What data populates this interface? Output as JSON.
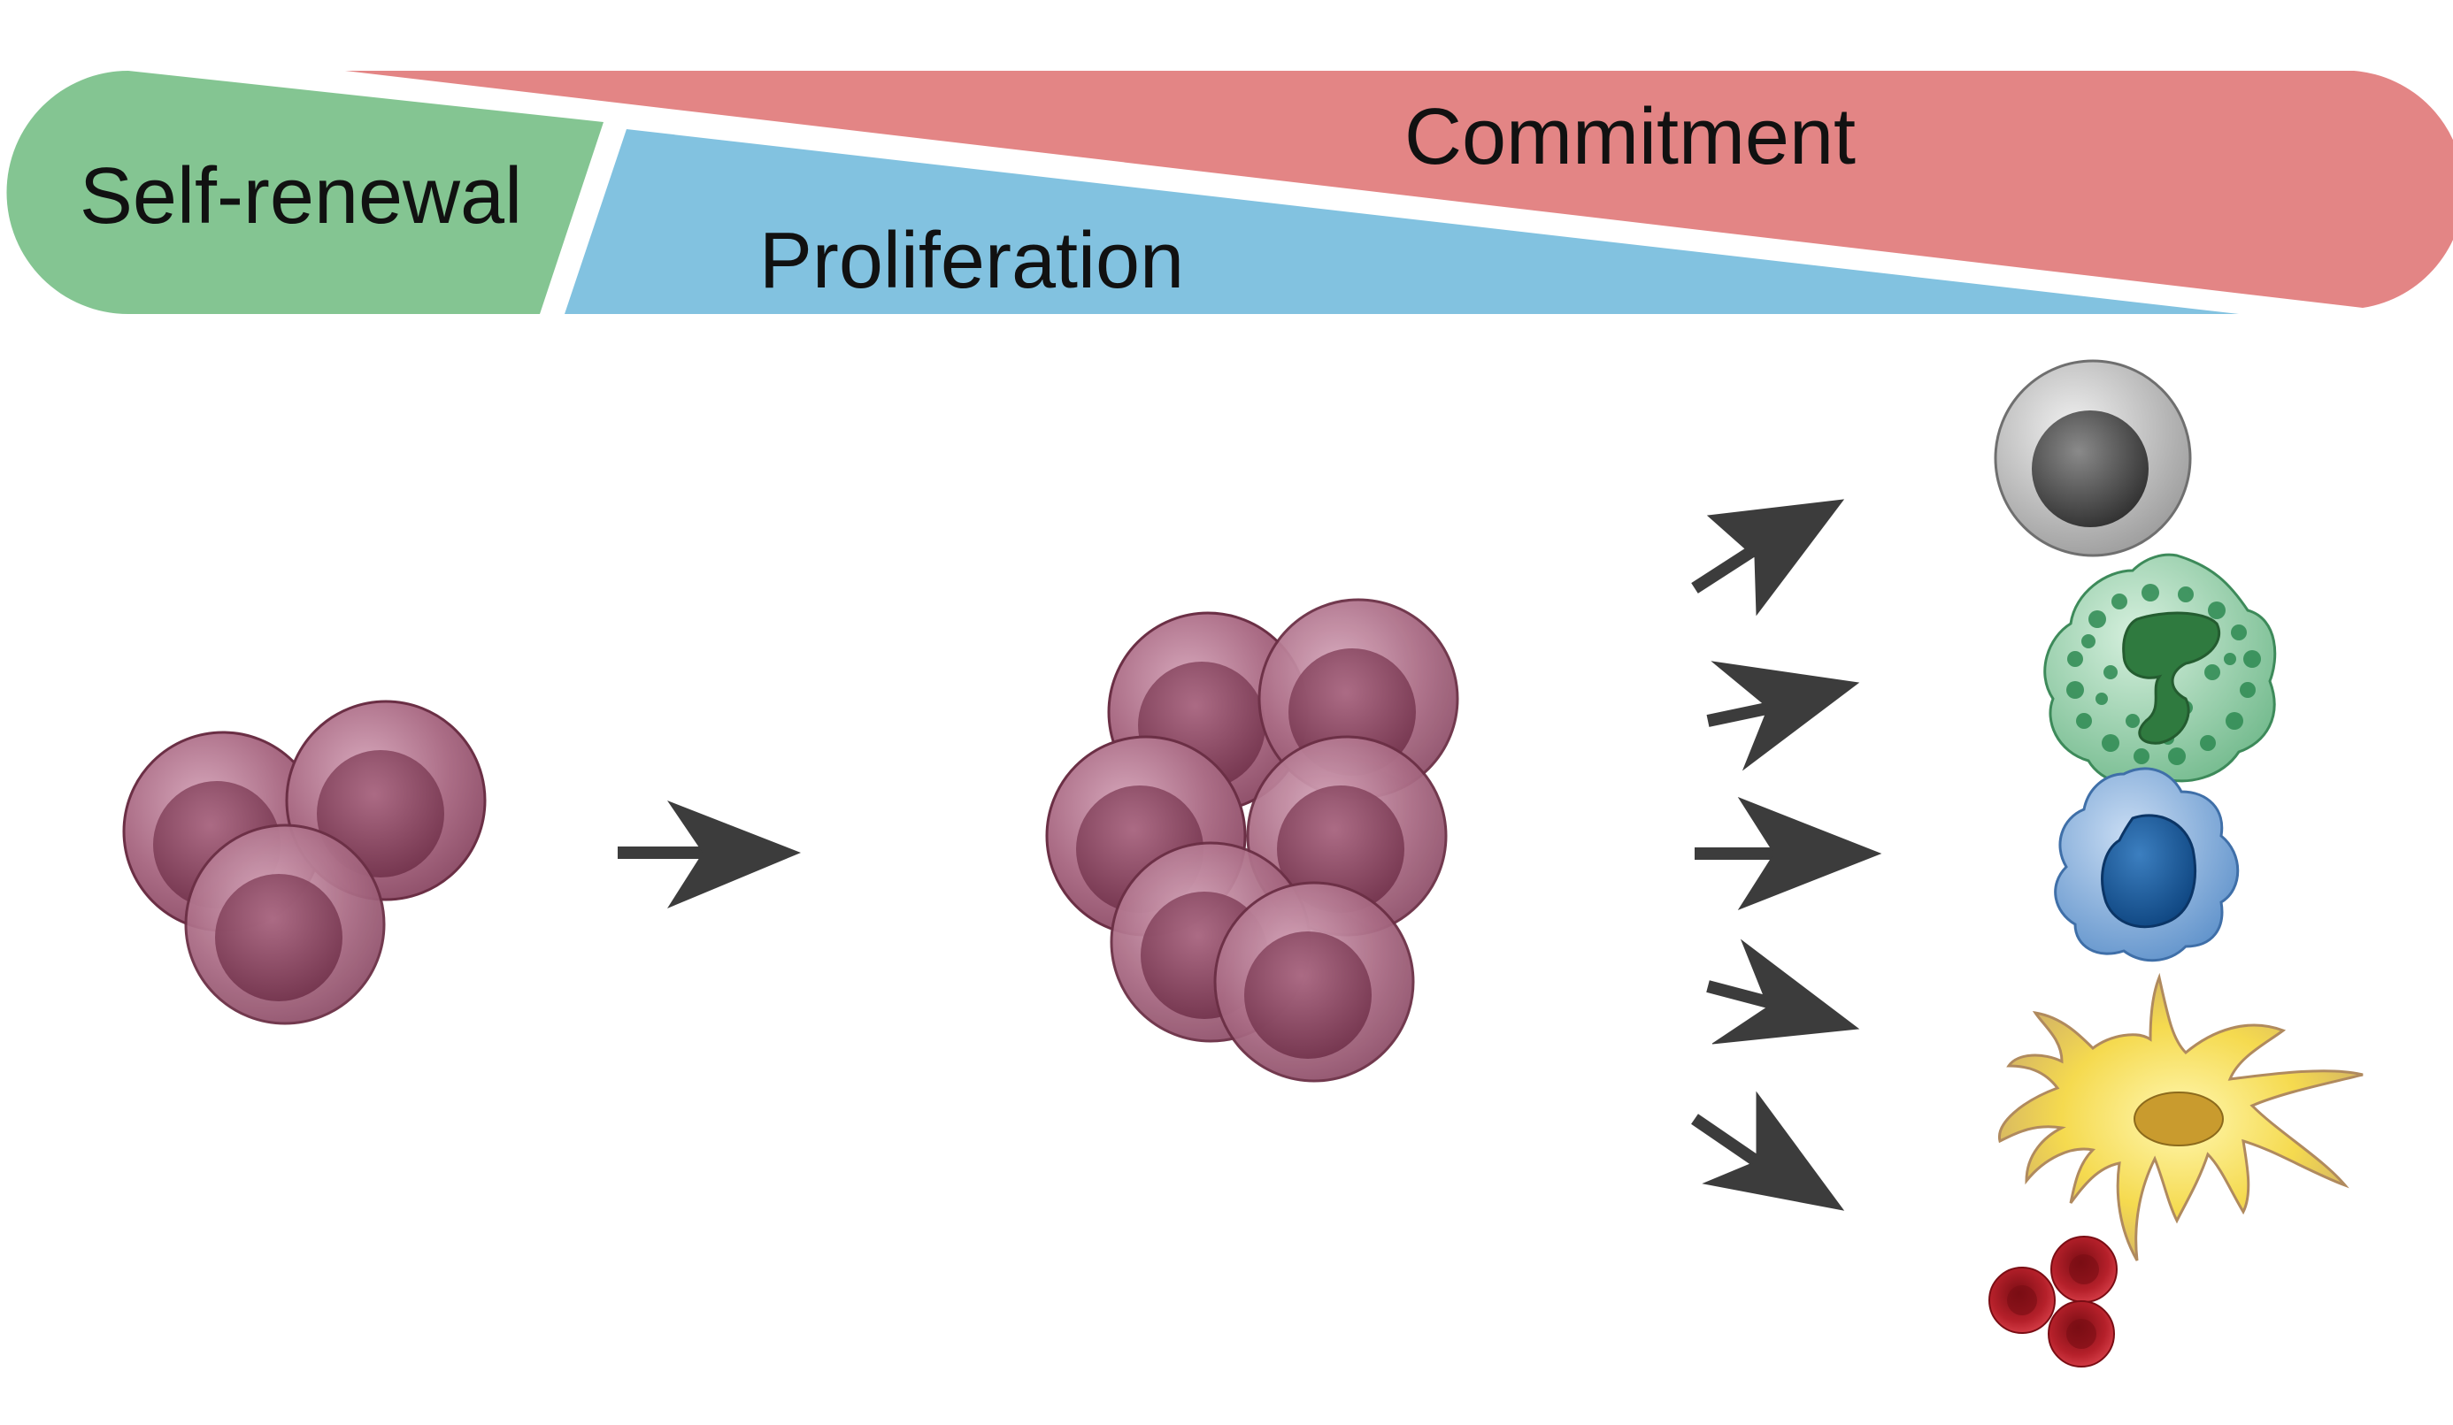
{
  "bands": {
    "self_renewal": {
      "label": "Self-renewal",
      "color": "#84c592"
    },
    "proliferation": {
      "label": "Proliferation",
      "color": "#82c2e0"
    },
    "commitment": {
      "label": "Commitment",
      "color": "#e38585"
    }
  },
  "arrow_color": "#3c3c3c",
  "stem_cell_color": "#a5667f",
  "progenitor_cell_color": "#a5667f",
  "differentiated_cells": [
    {
      "name": "lymphocyte",
      "color": "#8a8a8a"
    },
    {
      "name": "granulocyte",
      "color": "#3e9a64"
    },
    {
      "name": "monocyte",
      "color": "#5b8fc9"
    },
    {
      "name": "dendritic-cell",
      "color": "#f2d34a"
    },
    {
      "name": "erythrocytes",
      "color": "#b5202a"
    }
  ]
}
